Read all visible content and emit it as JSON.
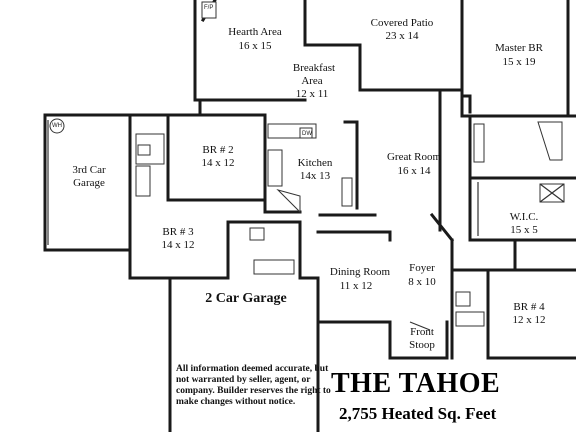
{
  "rooms": {
    "hearth": {
      "name": "Hearth Area",
      "size": "16 x 15"
    },
    "patio": {
      "name": "Covered Patio",
      "size": "23 x 14"
    },
    "master": {
      "name": "Master BR",
      "size": "15 x 19"
    },
    "breakfast": {
      "name": "Breakfast",
      "name2": "Area",
      "size": "12 x 11"
    },
    "garage3": {
      "name": "3rd Car",
      "name2": "Garage"
    },
    "br2": {
      "name": "BR # 2",
      "size": "14 x 12"
    },
    "kitchen": {
      "name": "Kitchen",
      "size": "14x 13"
    },
    "great": {
      "name": "Great Room",
      "size": "16 x 14"
    },
    "br3": {
      "name": "BR # 3",
      "size": "14 x 12"
    },
    "wic": {
      "name": "W.I.C.",
      "size": "15 x 5"
    },
    "garage2": {
      "name": "2 Car Garage"
    },
    "dining": {
      "name": "Dining Room",
      "size": "11 x 12"
    },
    "foyer": {
      "name": "Foyer",
      "size": "8 x 10"
    },
    "br4": {
      "name": "BR # 4",
      "size": "12 x 12"
    },
    "stoop": {
      "name": "Front",
      "name2": "Stoop"
    }
  },
  "tags": {
    "fp": "F/P",
    "dw": "DW",
    "wh": "WH"
  },
  "disclaimer": "All information deemed accurate, but not warranted by seller, agent, or company.  Builder reserves the right to make changes without notice.",
  "title": "THE TAHOE",
  "subtitle": "2,755 Heated Sq. Feet"
}
